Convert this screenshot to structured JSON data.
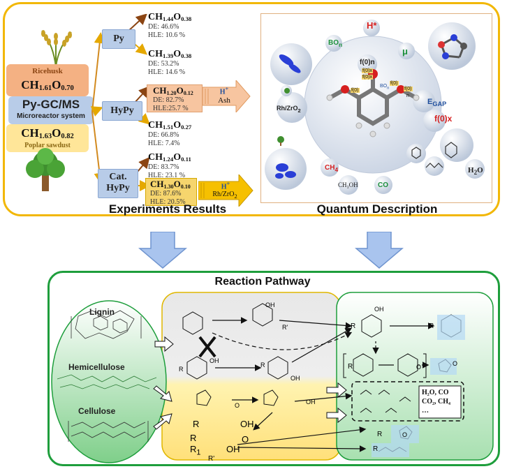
{
  "feedstocks": {
    "ricehusk": {
      "name": "Ricehusk",
      "formula": {
        "base": "CH",
        "h": "1.61",
        "o_label": "O",
        "o": "0.70"
      }
    },
    "poplar": {
      "name": "Poplar sawdust",
      "formula": {
        "base": "CH",
        "h": "1.63",
        "o_label": "O",
        "o": "0.82"
      }
    },
    "system": {
      "title": "Py-GC/MS",
      "subtitle": "Microreactor system"
    }
  },
  "modes": [
    {
      "id": "py",
      "label": "Py"
    },
    {
      "id": "hypy",
      "label": "HyPy"
    },
    {
      "id": "catpy",
      "label_line1": "Cat.",
      "label_line2": "HyPy"
    }
  ],
  "products": [
    {
      "h": "1.44",
      "o": "0.38",
      "de": "DE: 46.6%",
      "hle": "HLE: 10.6 %"
    },
    {
      "h": "1.39",
      "o": "0.38",
      "de": "DE: 53.2%",
      "hle": "HLE: 14.6 %"
    },
    {
      "h": "1.20",
      "o": "0.12",
      "de": "DE: 82.7%",
      "hle": "HLE:25.7 %"
    },
    {
      "h": "1.51",
      "o": "0.27",
      "de": "DE: 66.8%",
      "hle": "HLE: 7.4%"
    },
    {
      "h": "1.24",
      "o": "0.11",
      "de": "DE: 83.7%",
      "hle": "HLE: 23.1 %"
    },
    {
      "h": "1.30",
      "o": "0.10",
      "de": "DE: 87.6%",
      "hle": "HLE: 20.5%"
    }
  ],
  "formula_parts": {
    "c": "CH",
    "o": "O"
  },
  "arrows": {
    "ash": {
      "top": "H",
      "top_sup": "+",
      "bottom": "Ash"
    },
    "catalyst": {
      "top": "H",
      "top_sup": "+",
      "bottom": "Rh/ZrO",
      "bottom_sub": "2"
    }
  },
  "section_titles": {
    "experiments": "Experiments Results",
    "quantum": "Quantum Description",
    "pathway": "Reaction Pathway"
  },
  "quantum_labels": {
    "h_star": "H*",
    "bo": "BO",
    "bo_sub": "n",
    "mu": "μ",
    "f0n": "f(0)n",
    "f0x": "f(0)x",
    "egap": "E",
    "egap_sub": "GAP",
    "rh": "Rh/ZrO",
    "rh_sub": "2",
    "ch4": "CH",
    "ch4_sub": "4",
    "ch3oh": "CH₃OH",
    "co": "CO",
    "h2o": "H",
    "h2o_sub": "2",
    "h2o_o": "O",
    "mol_f0x_1": "f(0)x",
    "mol_f0x_2": "f(0)x",
    "mol_f0": "f(0)",
    "mol_f0_2": "f(0)",
    "mol_f0_3": "f(0)",
    "mol_n": "n",
    "mol_bo": "BO",
    "mol_bo_sub": "n"
  },
  "pathway": {
    "lignin": "Lignin",
    "hemicellulose": "Hemicellulose",
    "cellulose": "Cellulose",
    "r": "R",
    "r_prime": "R'",
    "r1": "R",
    "r1_sub": "1",
    "oh": "OH",
    "o": "O",
    "gas_products": {
      "line1": "H₂O, CO",
      "line2": "CO₂, CH₄",
      "line3": "…"
    }
  },
  "colors": {
    "top_border": "#f2b705",
    "bottom_border": "#1e9e3c",
    "highlight": "#f7c5a0",
    "cat_highlight": "#f6d56d"
  }
}
